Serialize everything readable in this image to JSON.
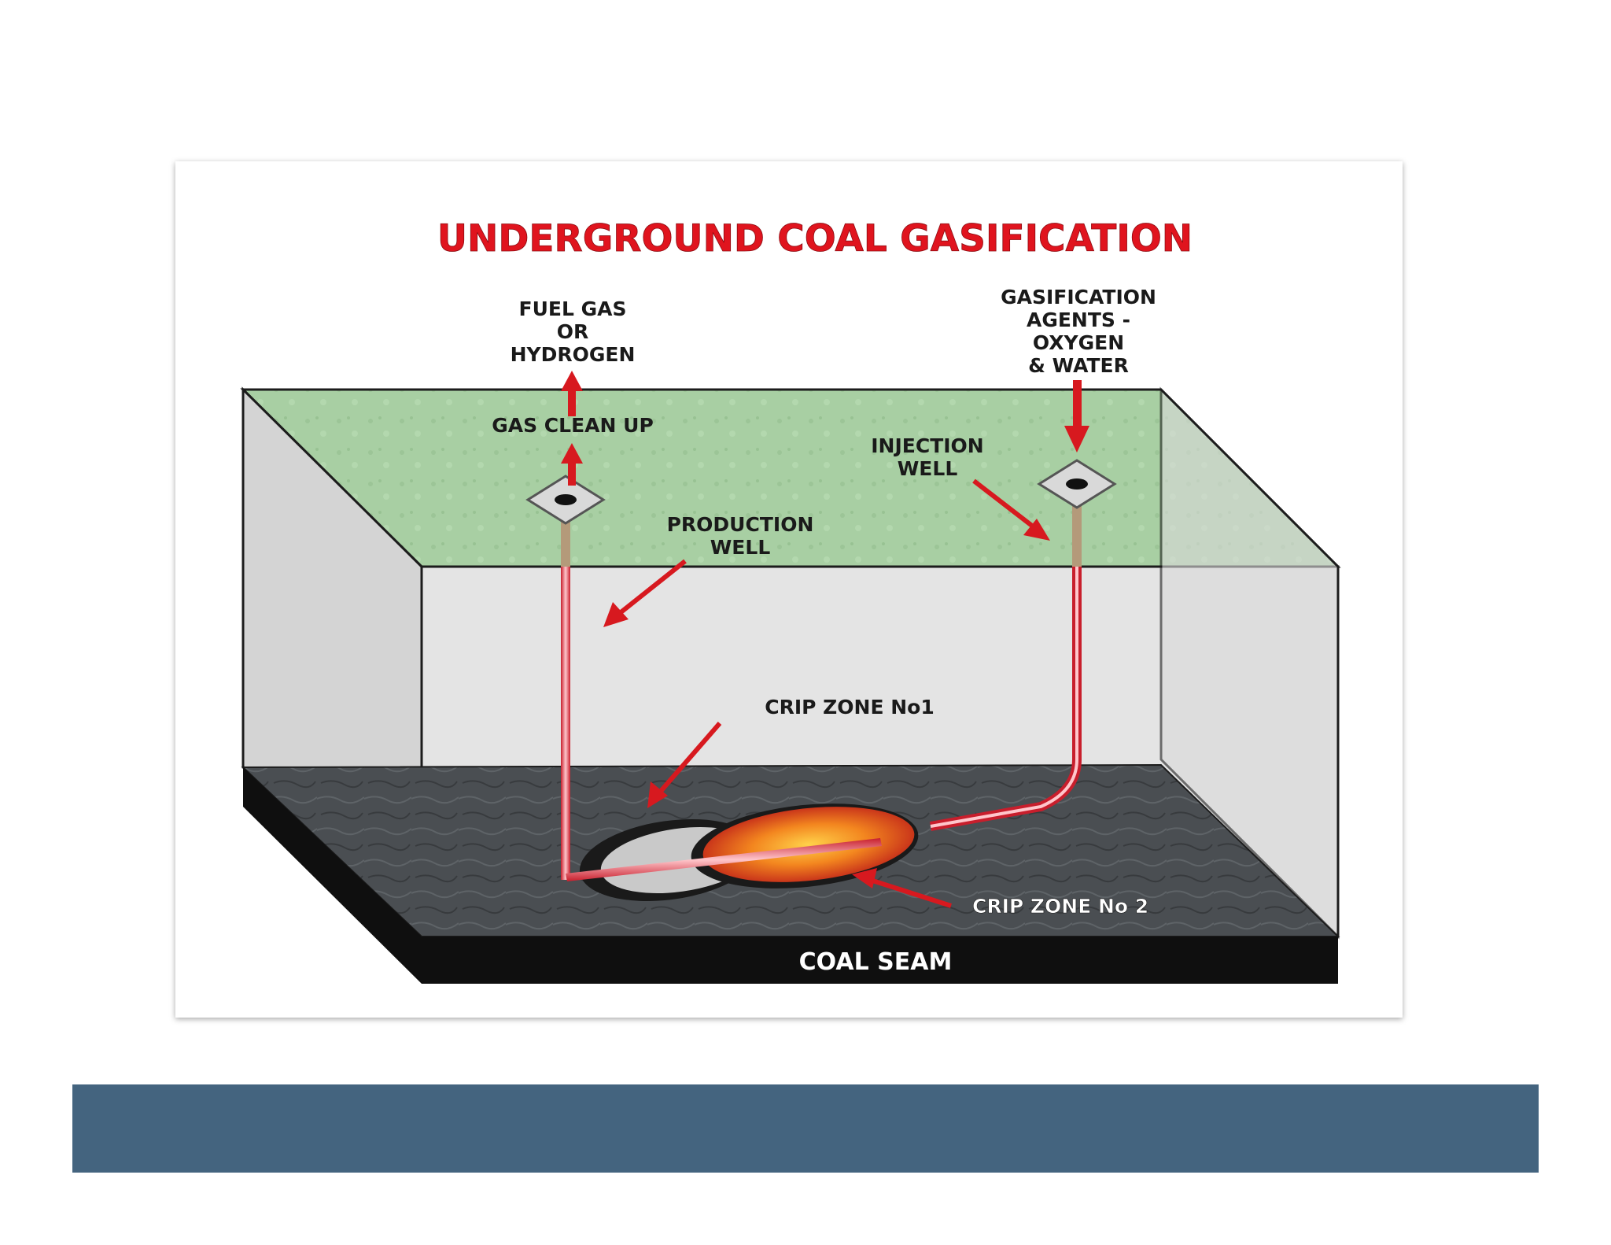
{
  "diagram": {
    "title": "UNDERGROUND COAL GASIFICATION",
    "labels": {
      "fuel_gas": [
        "FUEL GAS",
        "OR",
        "HYDROGEN"
      ],
      "gas_clean_up": "GAS CLEAN UP",
      "gasification_agents": [
        "GASIFICATION",
        "AGENTS -",
        "OXYGEN",
        "& WATER"
      ],
      "injection_well": [
        "INJECTION",
        "WELL"
      ],
      "production_well": [
        "PRODUCTION",
        "WELL"
      ],
      "crip_zone_1": "CRIP ZONE No1",
      "crip_zone_2": "CRIP ZONE No 2",
      "coal_seam": "COAL SEAM"
    },
    "colors": {
      "title": "#e0141e",
      "arrow": "#d7191f",
      "surface": "#a9cfa4",
      "walls": "#dedede",
      "coal": "#4b4f53",
      "seam_band": "#111111",
      "fire": "#f07a1e",
      "pipe": "#f07b82",
      "footer_bar": "#44647f"
    }
  }
}
